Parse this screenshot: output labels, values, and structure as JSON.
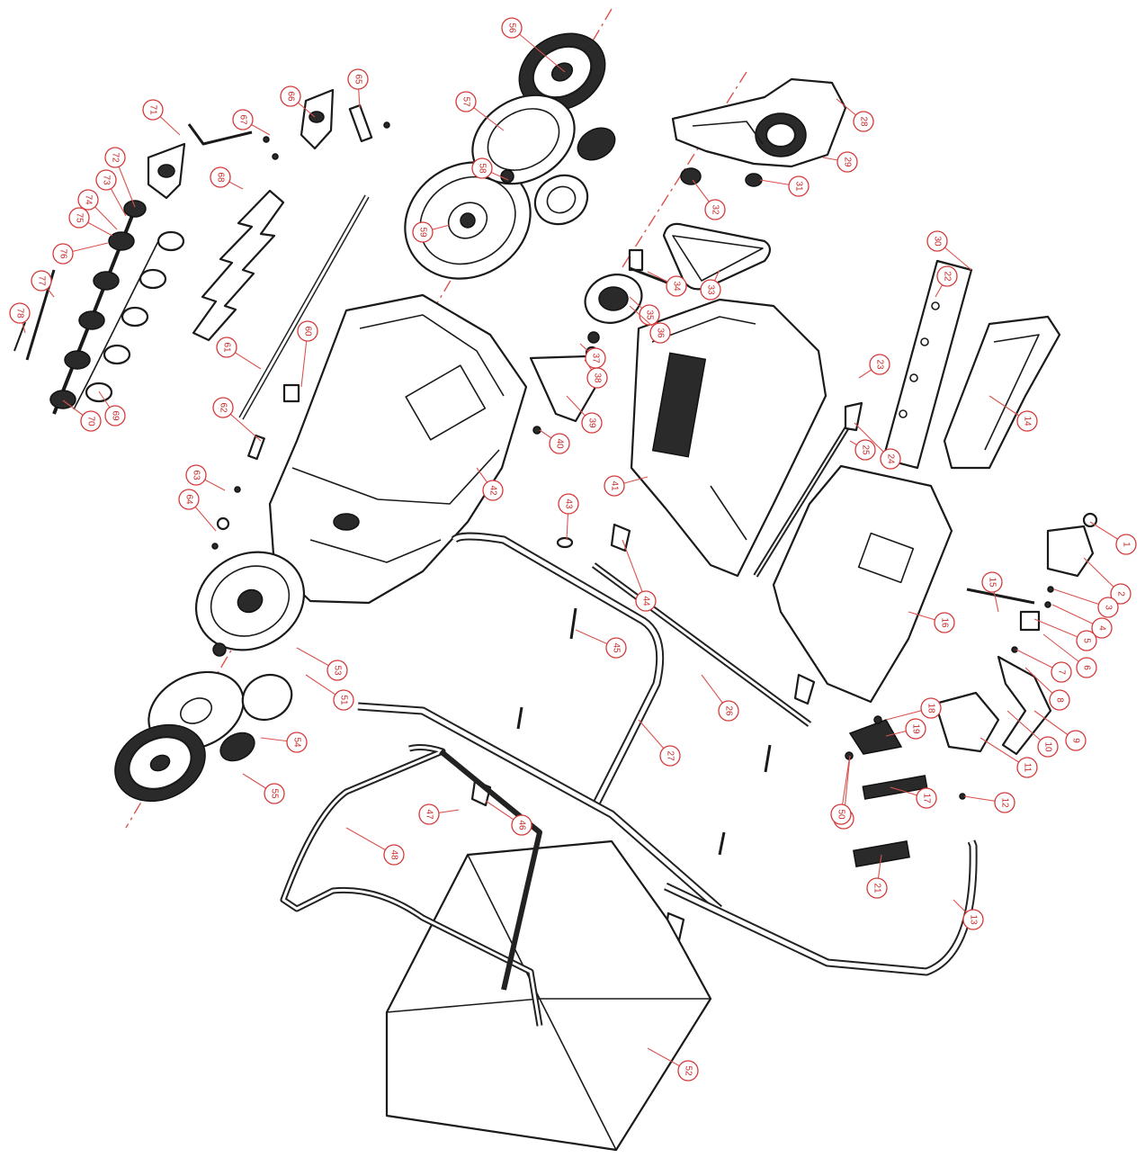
{
  "callouts": [
    {
      "id": "1",
      "label": "1"
    },
    {
      "id": "2",
      "label": "2"
    },
    {
      "id": "3",
      "label": "3"
    },
    {
      "id": "4",
      "label": "4"
    },
    {
      "id": "5",
      "label": "5"
    },
    {
      "id": "6",
      "label": "6"
    },
    {
      "id": "7",
      "label": "7"
    },
    {
      "id": "8",
      "label": "8"
    },
    {
      "id": "9",
      "label": "9"
    },
    {
      "id": "10",
      "label": "10"
    },
    {
      "id": "11",
      "label": "11"
    },
    {
      "id": "12",
      "label": "12"
    },
    {
      "id": "13",
      "label": "13"
    },
    {
      "id": "14",
      "label": "14"
    },
    {
      "id": "15",
      "label": "15"
    },
    {
      "id": "16",
      "label": "16"
    },
    {
      "id": "17",
      "label": "17"
    },
    {
      "id": "18",
      "label": "18"
    },
    {
      "id": "19",
      "label": "19"
    },
    {
      "id": "20",
      "label": "20"
    },
    {
      "id": "21",
      "label": "21"
    },
    {
      "id": "22",
      "label": "22"
    },
    {
      "id": "23",
      "label": "23"
    },
    {
      "id": "24",
      "label": "24"
    },
    {
      "id": "25",
      "label": "25"
    },
    {
      "id": "26",
      "label": "26"
    },
    {
      "id": "27",
      "label": "27"
    },
    {
      "id": "28",
      "label": "28"
    },
    {
      "id": "29",
      "label": "29"
    },
    {
      "id": "30",
      "label": "30"
    },
    {
      "id": "31",
      "label": "31"
    },
    {
      "id": "32",
      "label": "32"
    },
    {
      "id": "33",
      "label": "33"
    },
    {
      "id": "34",
      "label": "34"
    },
    {
      "id": "35",
      "label": "35"
    },
    {
      "id": "36",
      "label": "36"
    },
    {
      "id": "37",
      "label": "37"
    },
    {
      "id": "38",
      "label": "38"
    },
    {
      "id": "39",
      "label": "39"
    },
    {
      "id": "40",
      "label": "40"
    },
    {
      "id": "41",
      "label": "41"
    },
    {
      "id": "42",
      "label": "42"
    },
    {
      "id": "43",
      "label": "43"
    },
    {
      "id": "44",
      "label": "44"
    },
    {
      "id": "45",
      "label": "45"
    },
    {
      "id": "46",
      "label": "46"
    },
    {
      "id": "47",
      "label": "47"
    },
    {
      "id": "48",
      "label": "48"
    },
    {
      "id": "50",
      "label": "50"
    },
    {
      "id": "51",
      "label": "51"
    },
    {
      "id": "52",
      "label": "52"
    },
    {
      "id": "53",
      "label": "53"
    },
    {
      "id": "54",
      "label": "54"
    },
    {
      "id": "55",
      "label": "55"
    },
    {
      "id": "56",
      "label": "56"
    },
    {
      "id": "57",
      "label": "57"
    },
    {
      "id": "58",
      "label": "58"
    },
    {
      "id": "59",
      "label": "59"
    },
    {
      "id": "60",
      "label": "60"
    },
    {
      "id": "61",
      "label": "61"
    },
    {
      "id": "62",
      "label": "62"
    },
    {
      "id": "63",
      "label": "63"
    },
    {
      "id": "64",
      "label": "64"
    },
    {
      "id": "65",
      "label": "65"
    },
    {
      "id": "66",
      "label": "66"
    },
    {
      "id": "67",
      "label": "67"
    },
    {
      "id": "68",
      "label": "68"
    },
    {
      "id": "69",
      "label": "69"
    },
    {
      "id": "70",
      "label": "70"
    },
    {
      "id": "71",
      "label": "71"
    },
    {
      "id": "72",
      "label": "72"
    },
    {
      "id": "73",
      "label": "73"
    },
    {
      "id": "74",
      "label": "74"
    },
    {
      "id": "75",
      "label": "75"
    },
    {
      "id": "76",
      "label": "76"
    },
    {
      "id": "77",
      "label": "77"
    },
    {
      "id": "78",
      "label": "78"
    }
  ]
}
